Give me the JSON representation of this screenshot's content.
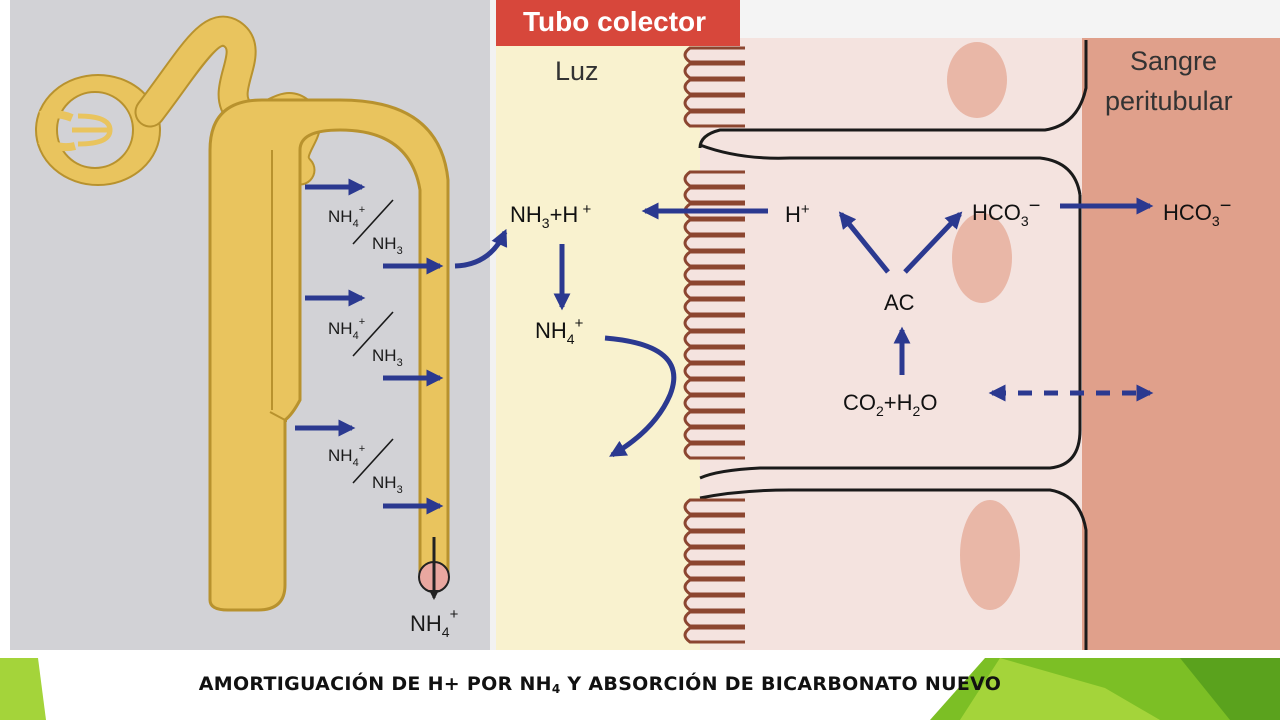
{
  "figure": {
    "header_label": "Tubo colector",
    "lumen_label": "Luz",
    "blood_label_line1": "Sangre",
    "blood_label_line2": "peritubular",
    "nephron_labels": {
      "pair_top": {
        "nh4": "NH",
        "nh4_sub": "4",
        "nh4_sup": "+",
        "nh3": "NH",
        "nh3_sub": "3"
      },
      "pair_mid": {
        "nh4": "NH",
        "nh4_sub": "4",
        "nh4_sup": "+",
        "nh3": "NH",
        "nh3_sub": "3"
      },
      "pair_low": {
        "nh4": "NH",
        "nh4_sub": "4",
        "nh4_sup": "+",
        "nh3": "NH",
        "nh3_sub": "3"
      },
      "excreted": {
        "base": "NH",
        "sub": "4",
        "sup": "+"
      }
    },
    "lumen_species": {
      "nh3_h": {
        "a": "NH",
        "a_sub": "3",
        "b": "+H",
        "b_sup": " +"
      },
      "nh4": {
        "base": "NH",
        "sub": "4",
        "sup": "+"
      }
    },
    "cell_species": {
      "h_plus": {
        "base": "H",
        "sup": "+"
      },
      "hco3_cell": {
        "base": "HCO",
        "sub": "3",
        "sup": "−"
      },
      "hco3_blood": {
        "base": "HCO",
        "sub": "3",
        "sup": "−"
      },
      "enzyme": "AC",
      "co2_h2o": {
        "a": "CO",
        "a_sub": "2",
        "b": "+H",
        "b_sub": "2",
        "c": "O"
      }
    },
    "colors": {
      "background": "#d2d2d6",
      "nephron_fill": "#e9c45e",
      "nephron_stroke": "#b8922e",
      "arrow": "#2b3990",
      "header_red": "#d7473b",
      "lumen": "#f9f2cf",
      "cell": "#f4e3df",
      "cell_border": "#8c4630",
      "blood": "#e0a08b",
      "nucleus": "#e9b7a7"
    }
  },
  "caption": {
    "text_a": "AMORTIGUACIÓN DE H+ POR NH",
    "text_sub": "4",
    "text_b": " Y ABSORCIÓN DE BICARBONATO NUEVO"
  },
  "decor_colors": {
    "green_light": "#a4d43a",
    "green_mid": "#7cbf25",
    "green_dark": "#5aa21d"
  }
}
